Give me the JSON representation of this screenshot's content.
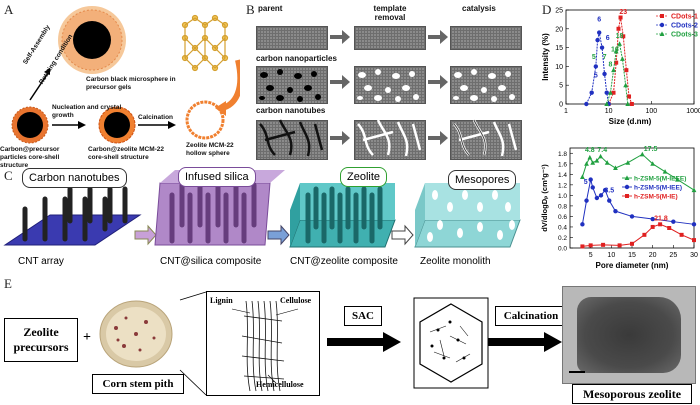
{
  "panels": {
    "a": "A",
    "b": "B",
    "c": "C",
    "d": "D",
    "e": "E"
  },
  "panelA": {
    "self_assembly": "Self-Assembly",
    "rotating": "Rotating condition",
    "cb_microsphere": "Carbon black microsphere in precursor gels",
    "nucleation": "Nucleation and crystal growth",
    "calcination": "Calcination",
    "cs1": "Carbon@precursor particles core-shell structure",
    "cs2": "Carbon@zeolite MCM-22 core-shell structure",
    "hollow": "Zeolite MCM-22 hollow sphere"
  },
  "panelB": {
    "col_parent": "parent",
    "col_template": "template removal",
    "col_catalysis": "catalysis",
    "row1": "carbon nanoparticles",
    "row2": "carbon nanotubes"
  },
  "panelC": {
    "callout1": "Carbon nanotubes",
    "callout2": "Infused silica",
    "callout3": "Zeolite",
    "callout4": "Mesopores",
    "cap1": "CNT array",
    "cap2": "CNT@silica composite",
    "cap3": "CNT@zeolite composite",
    "cap4": "Zeolite monolith"
  },
  "panelE": {
    "precursors": "Zeolite precursors",
    "plus": "+",
    "corn": "Corn stem pith",
    "lignin": "Lignin",
    "cellulose": "Cellulose",
    "hemicellulose": "Hemicellulose",
    "sac": "SAC",
    "calcination": "Calcination",
    "meso": "Mesoporous zeolite"
  },
  "chart_data": [
    {
      "type": "line",
      "xlabel": "Size (d.nm)",
      "ylabel": "Intensity (%)",
      "xscale": "log",
      "xlim": [
        1,
        1000
      ],
      "ylim": [
        0,
        25
      ],
      "xticks": [
        "1",
        "10",
        "100",
        "1000"
      ],
      "yticks": [
        "0",
        "5",
        "10",
        "15",
        "20",
        "25"
      ],
      "legend_position": "top-right",
      "series": [
        {
          "name": "CDots-1",
          "color": "#e02020",
          "peak_label": "23",
          "x": [
            10,
            13,
            15,
            17,
            19,
            22,
            26,
            30,
            35
          ],
          "y": [
            0,
            3,
            11,
            20,
            23,
            18,
            9,
            2,
            0
          ]
        },
        {
          "name": "CDots-2",
          "color": "#2030c0",
          "peak_label": "6",
          "x": [
            3,
            4,
            5,
            5.5,
            6,
            7,
            8,
            9,
            10
          ],
          "y": [
            0,
            3,
            10,
            17,
            19,
            15,
            8,
            3,
            0
          ]
        },
        {
          "name": "CDots-3",
          "color": "#20a040",
          "peak_label": "18",
          "x": [
            9,
            11,
            13,
            15,
            18,
            21,
            25,
            28
          ],
          "y": [
            0,
            3,
            9,
            14,
            16,
            12,
            5,
            0
          ]
        }
      ],
      "annotations": [
        "5",
        "6",
        "7",
        "5",
        "6",
        "8",
        "18",
        "16",
        "23"
      ]
    },
    {
      "type": "line",
      "xlabel": "Pore diameter (nm)",
      "ylabel": "dV/dlogDₚ (cm³g⁻¹)",
      "xlim": [
        0,
        30
      ],
      "ylim": [
        0,
        1.9
      ],
      "xticks": [
        "5",
        "10",
        "15",
        "20",
        "25",
        "30"
      ],
      "yticks": [
        "0.0",
        "0.2",
        "0.4",
        "0.6",
        "0.8",
        "1.0",
        "1.2",
        "1.4",
        "1.6",
        "1.8"
      ],
      "legend_position": "center-right",
      "series": [
        {
          "name": "h-ZSM-5(M-IEEE)",
          "color": "#20a040",
          "x": [
            3,
            4,
            4.8,
            5.5,
            6.5,
            7.4,
            9,
            11,
            14,
            17.5,
            20,
            23,
            26,
            30
          ],
          "y": [
            1.35,
            1.6,
            1.72,
            1.62,
            1.66,
            1.74,
            1.62,
            1.52,
            1.62,
            1.78,
            1.6,
            1.45,
            1.3,
            1.1
          ]
        },
        {
          "name": "h-ZSM-5(M-IEE)",
          "color": "#2030c0",
          "x": [
            3,
            4,
            5,
            5.5,
            6.5,
            7.5,
            8.5,
            9.5,
            11,
            15,
            20,
            25,
            30
          ],
          "y": [
            0.45,
            0.9,
            1.3,
            1.15,
            0.95,
            1.0,
            1.1,
            0.9,
            0.7,
            0.6,
            0.55,
            0.5,
            0.45
          ]
        },
        {
          "name": "h-ZSM-5(M-IE)",
          "color": "#e02020",
          "x": [
            3,
            5,
            8,
            12,
            15,
            18,
            20,
            21.8,
            24,
            27,
            30
          ],
          "y": [
            0.03,
            0.05,
            0.06,
            0.05,
            0.08,
            0.25,
            0.4,
            0.45,
            0.38,
            0.25,
            0.15
          ]
        }
      ],
      "annotations": [
        "4.8",
        "7.4",
        "17.5",
        "5",
        "8.5",
        "21.8"
      ]
    }
  ]
}
